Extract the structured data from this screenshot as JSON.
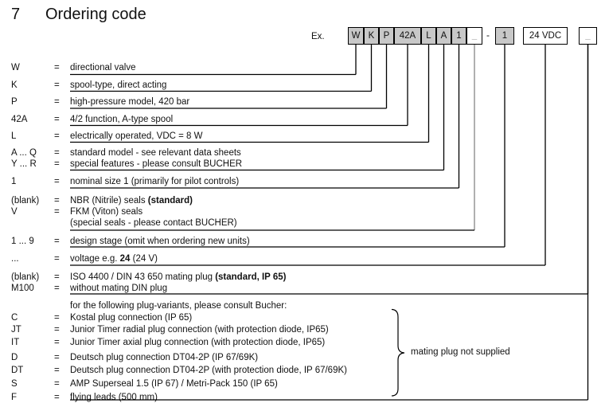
{
  "title": {
    "number": "7",
    "text": "Ordering code"
  },
  "example": {
    "label": "Ex.",
    "separator": "-",
    "boxes": [
      {
        "label": "W",
        "variant": "gray"
      },
      {
        "label": "K",
        "variant": "gray"
      },
      {
        "label": "P",
        "variant": "gray"
      },
      {
        "label": "42A",
        "variant": "gray"
      },
      {
        "label": "L",
        "variant": "gray"
      },
      {
        "label": "A",
        "variant": "gray"
      },
      {
        "label": "1",
        "variant": "gray"
      },
      {
        "label": "_",
        "variant": "blank"
      },
      {
        "label": "1",
        "variant": "gray"
      },
      {
        "label": "24 VDC",
        "variant": "white"
      },
      {
        "label": "_",
        "variant": "blank"
      }
    ]
  },
  "rows": [
    {
      "code": "W",
      "eq": "=",
      "pre": "directional valve"
    },
    {
      "code": "K",
      "eq": "=",
      "pre": "spool-type, direct acting"
    },
    {
      "code": "P",
      "eq": "=",
      "pre": "high-pressure model, 420 bar"
    },
    {
      "code": "42A",
      "eq": "=",
      "pre": "4/2 function, A-type spool"
    },
    {
      "code": "L",
      "eq": "=",
      "pre": "electrically operated, VDC = 8 W"
    },
    {
      "code": "A ... Q",
      "eq": "=",
      "pre": "standard model - see relevant data sheets"
    },
    {
      "code": "Y ... R",
      "eq": "=",
      "pre": "special features - please consult BUCHER"
    },
    {
      "code": "1",
      "eq": "=",
      "pre": "nominal size 1 (primarily for pilot controls)"
    },
    {
      "code": "(blank)",
      "eq": "=",
      "pre": "NBR (Nitrile) seals  ",
      "bold": "(standard)"
    },
    {
      "code": "V",
      "eq": "=",
      "pre": "FKM (Viton) seals"
    },
    {
      "code": "",
      "eq": "",
      "pre": "(special seals - please contact BUCHER)"
    },
    {
      "code": "1 ... 9",
      "eq": "=",
      "pre": "design stage (omit when ordering new units)"
    },
    {
      "code": "...",
      "eq": "=",
      "pre": "voltage e.g. ",
      "bold": "24",
      "post": " (24 V)"
    },
    {
      "code": "(blank)",
      "eq": "=",
      "pre": "ISO 4400 / DIN 43 650 mating plug ",
      "bold": "(standard, IP 65)"
    },
    {
      "code": "M100",
      "eq": "=",
      "pre": "without mating DIN plug"
    },
    {
      "code": "",
      "eq": "",
      "pre": "for the following plug-variants, please consult Bucher:"
    },
    {
      "code": "C",
      "eq": "=",
      "pre": "Kostal plug connection (IP 65)"
    },
    {
      "code": "JT",
      "eq": "=",
      "pre": "Junior Timer radial plug connection (with protection diode, IP65)"
    },
    {
      "code": "IT",
      "eq": "=",
      "pre": "Junior Timer axial plug connection (with protection diode, IP65)"
    },
    {
      "code": "D",
      "eq": "=",
      "pre": "Deutsch plug connection DT04-2P (IP 67/69K)"
    },
    {
      "code": "DT",
      "eq": "=",
      "pre": "Deutsch plug connection DT04-2P (with protection diode, IP 67/69K)"
    },
    {
      "code": "S",
      "eq": "=",
      "pre": "AMP Superseal 1.5 (IP 67) / Metri-Pack 150 (IP 65)"
    },
    {
      "code": "F",
      "eq": "=",
      "pre": "flying leads (500 mm)"
    }
  ],
  "brace_note": "mating plug not supplied",
  "colors": {
    "box_gray": "#c8c8c8",
    "line": "#000000",
    "gray_line": "#a8a8a8",
    "blank_text": "#8f8f8f"
  }
}
